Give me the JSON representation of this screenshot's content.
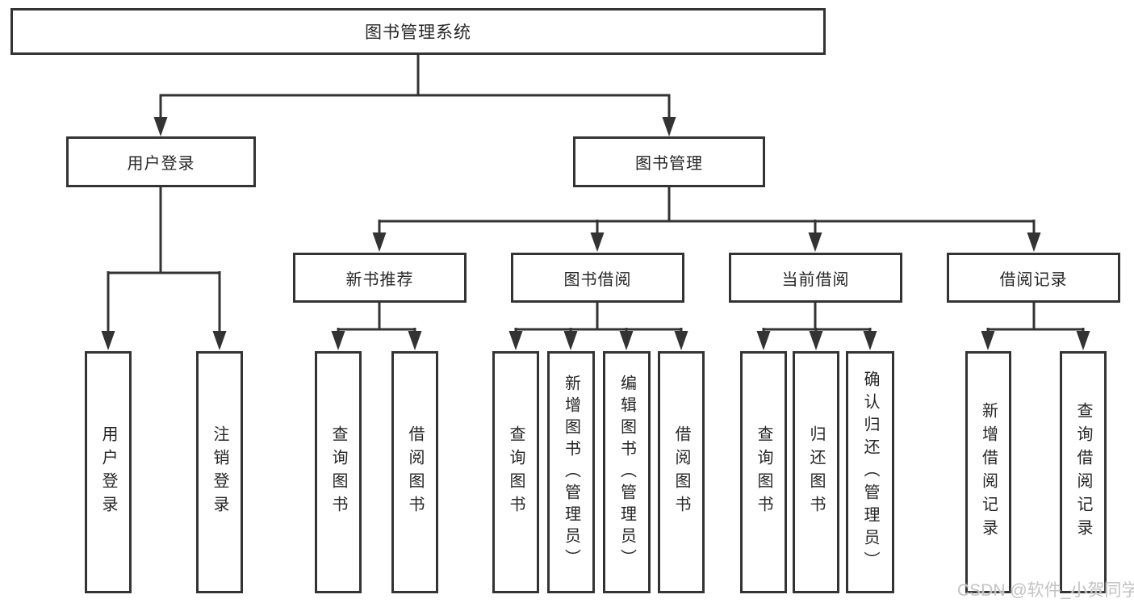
{
  "diagram": {
    "root": {
      "label": "图书管理系统"
    },
    "branches": [
      {
        "label": "用户登录",
        "children": [
          {
            "label": "用户登录"
          },
          {
            "label": "注销登录"
          }
        ]
      },
      {
        "label": "图书管理",
        "children": [
          {
            "label": "新书推荐",
            "children": [
              {
                "label": "查询图书"
              },
              {
                "label": "借阅图书"
              }
            ]
          },
          {
            "label": "图书借阅",
            "children": [
              {
                "label": "查询图书"
              },
              {
                "label": "新增图书（管理员）"
              },
              {
                "label": "编辑图书（管理员）"
              },
              {
                "label": "借阅图书"
              }
            ]
          },
          {
            "label": "当前借阅",
            "children": [
              {
                "label": "查询图书"
              },
              {
                "label": "归还图书"
              },
              {
                "label": "确认归还（管理员）"
              }
            ]
          },
          {
            "label": "借阅记录",
            "children": [
              {
                "label": "新增借阅记录"
              },
              {
                "label": "查询借阅记录"
              }
            ]
          }
        ]
      }
    ]
  },
  "watermark": {
    "text": "CSDN @软件_小贺同学"
  },
  "colors": {
    "line": "#333333",
    "box_border": "#333333",
    "text": "#262626",
    "background": "#ffffff",
    "watermark": "#c3c3c3"
  }
}
